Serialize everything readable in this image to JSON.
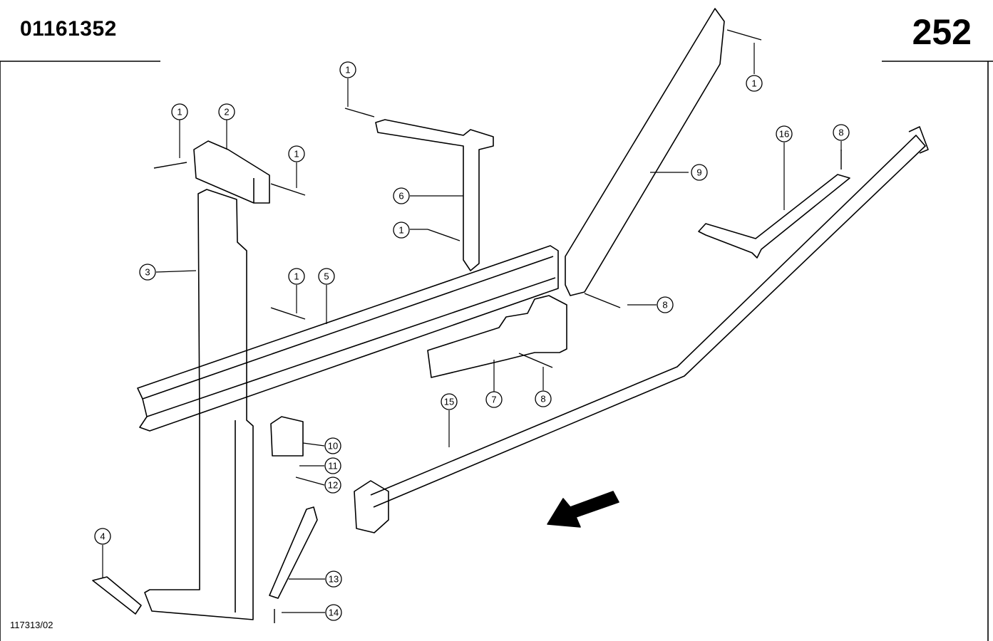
{
  "header": {
    "doc_number": "01161352",
    "page_number": "252"
  },
  "footer": {
    "figure_id": "117313/02"
  },
  "callouts": [
    "1",
    "2",
    "3",
    "4",
    "5",
    "6",
    "7",
    "8",
    "9",
    "10",
    "11",
    "12",
    "13",
    "14",
    "15",
    "16"
  ]
}
